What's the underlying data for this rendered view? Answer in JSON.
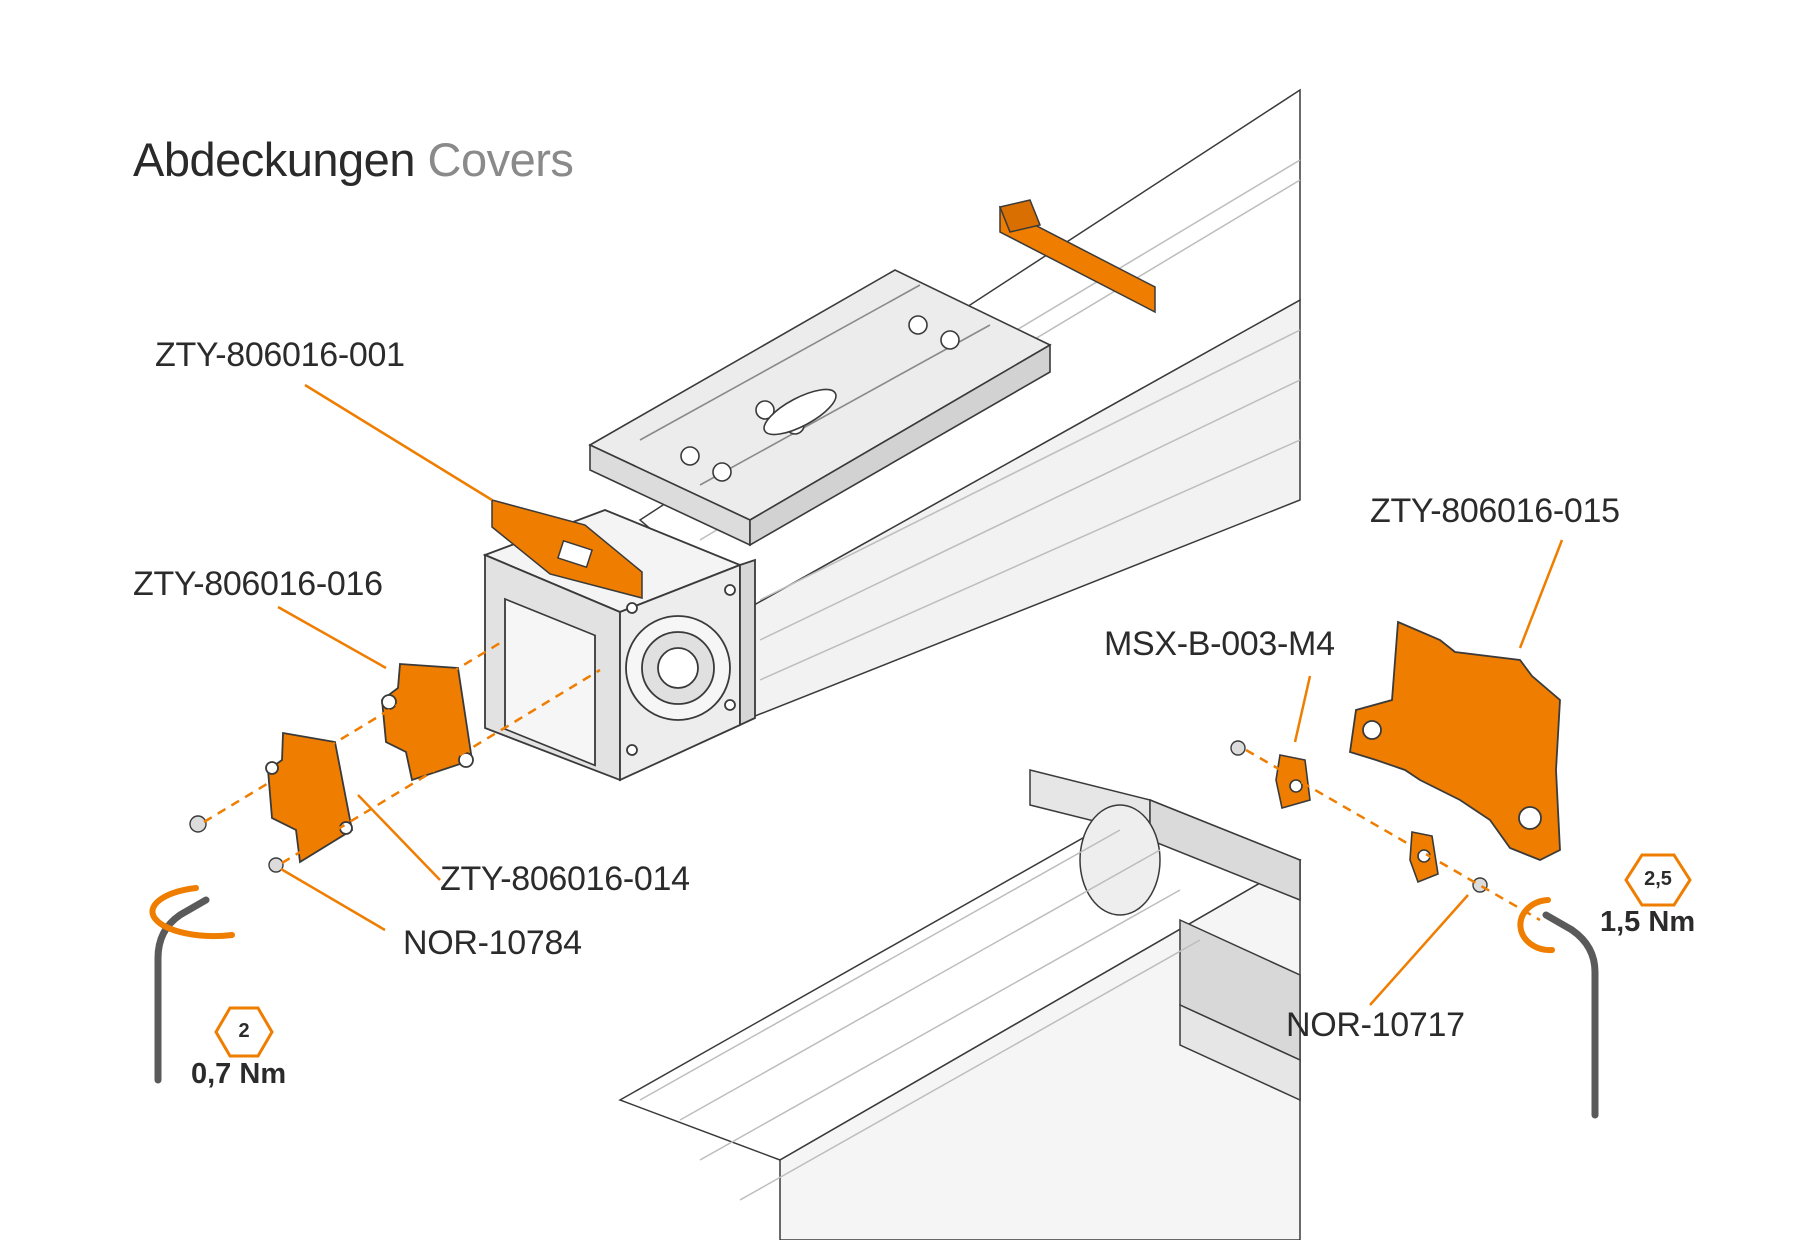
{
  "title": {
    "german": "Abdeckungen",
    "english": "Covers"
  },
  "labels": {
    "cover_top": "ZTY-806016-001",
    "cover_right": "ZTY-806016-015",
    "cover_middle": "ZTY-806016-016",
    "cover_small": "ZTY-806016-014",
    "screw_left": "NOR-10784",
    "screw_right": "NOR-10717",
    "clip": "MSX-B-003-M4"
  },
  "tools": {
    "left_key_size": "2",
    "left_torque": "0,7 Nm",
    "right_key_size": "2,5",
    "right_torque": "1,5 Nm"
  },
  "colors": {
    "accent": "#ef7d00",
    "part_fill": "#ebebeb",
    "part_stroke": "#3a3a3a",
    "text_dark": "#2b2b2b",
    "text_gray": "#8a8a8a"
  }
}
